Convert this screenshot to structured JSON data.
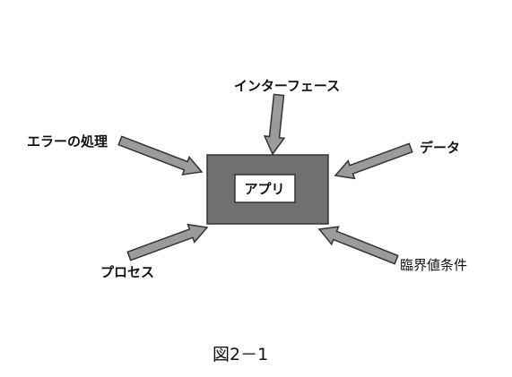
{
  "diagram": {
    "center": {
      "label": "アプリ"
    },
    "inputs": [
      {
        "id": "interface",
        "label": "インターフェース"
      },
      {
        "id": "data",
        "label": "データ"
      },
      {
        "id": "error",
        "label": "エラーの処理"
      },
      {
        "id": "process",
        "label": "プロセス"
      },
      {
        "id": "boundary",
        "label": "臨界値条件"
      }
    ],
    "caption": "図2－1",
    "colors": {
      "box_fill": "#707070",
      "arrow_fill": "#9b9b9b",
      "stroke": "#333333",
      "inner_fill": "#ffffff"
    }
  }
}
